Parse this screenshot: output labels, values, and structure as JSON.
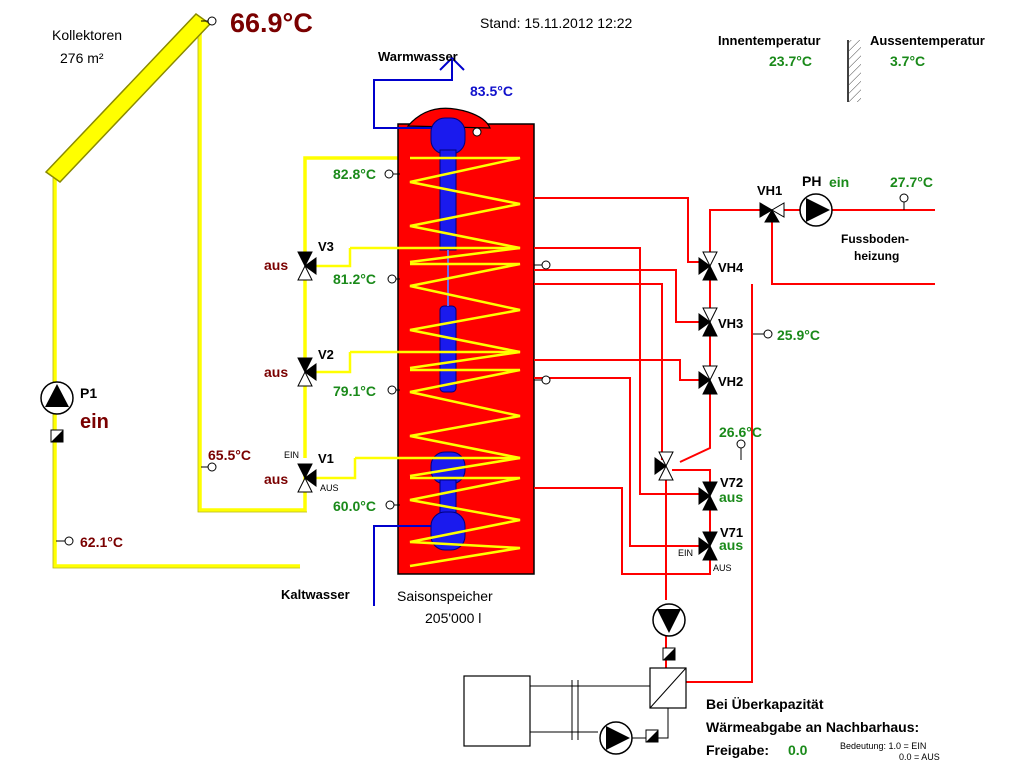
{
  "header": {
    "stand": "Stand: 15.11.2012 12:22",
    "innen_label": "Innentemperatur",
    "innen_value": "23.7°C",
    "aussen_label": "Aussentemperatur",
    "aussen_value": "3.7°C"
  },
  "collector": {
    "title": "Kollektoren",
    "area": "276 m²",
    "temp": "66.9°C",
    "return_temp": "65.5°C",
    "supply_temp": "62.1°C"
  },
  "pump_p1": {
    "name": "P1",
    "state": "ein"
  },
  "storage": {
    "title": "Saisonspeicher",
    "volume": "205'000  l",
    "warmwasser_label": "Warmwasser",
    "warmwasser_temp": "83.5°C",
    "kaltwasser_label": "Kaltwasser",
    "temps": [
      "82.8°C",
      "81.2°C",
      "79.1°C",
      "60.0°C"
    ]
  },
  "valves_left": [
    {
      "name": "V3",
      "state": "aus"
    },
    {
      "name": "V2",
      "state": "aus"
    },
    {
      "name": "V1",
      "state": "aus",
      "ein": "EIN",
      "aus": "AUS"
    }
  ],
  "heating": {
    "vh1": "VH1",
    "ph_label": "PH",
    "ph_state": "ein",
    "supply_temp": "27.7°C",
    "label_line1": "Fussboden-",
    "label_line2": "heizung",
    "return_temp": "25.9°C",
    "vh4": "VH4",
    "vh3": "VH3",
    "vh2": "VH2"
  },
  "valves_right": {
    "temp": "26.6°C",
    "v72": "V72",
    "v72_state": "aus",
    "v71": "V71",
    "v71_state": "aus",
    "ein": "EIN",
    "aus": "AUS"
  },
  "neighbor": {
    "line1": "Bei Überkapazität",
    "line2": "Wärmeabgabe an Nachbarhaus:",
    "freigabe_label": "Freigabe:",
    "freigabe_value": "0.0",
    "bedeutung_line1": "Bedeutung: 1.0 = EIN",
    "bedeutung_line2": "0.0 = AUS"
  },
  "colors": {
    "pipe_hot": "#ff0000",
    "pipe_solar": "#ffff00",
    "tank": "#ff0000",
    "water": "#0000cc",
    "value_green": "#1a8a1a",
    "value_darkred": "#7a0000"
  }
}
